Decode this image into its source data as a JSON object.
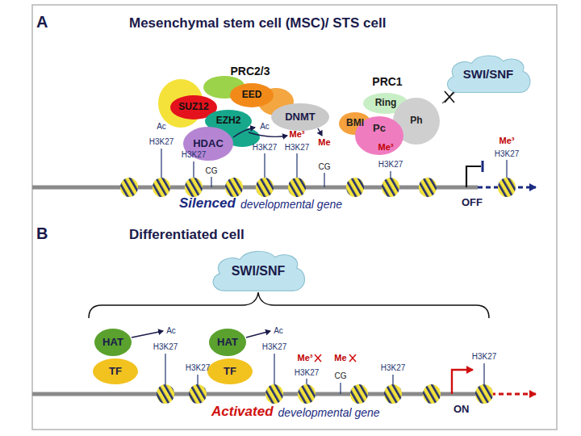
{
  "diagram": {
    "nodes": [
      {
        "text": [
          "SUZ12"
        ]
      },
      {
        "text": [
          "EED"
        ]
      },
      {
        "text": [
          "EZH2"
        ]
      },
      {
        "text": [
          "HDAC"
        ]
      },
      {
        "text": [
          "DNMT"
        ]
      },
      {
        "text": [
          "Ring"
        ]
      },
      {
        "text": [
          "Ph"
        ]
      },
      {
        "text": [
          "BMI"
        ]
      },
      {
        "text": [
          "Pc"
        ]
      },
      {
        "text": [
          "SWI/SNF"
        ]
      },
      {
        "text": [
          "SWI/SNF"
        ]
      },
      {
        "text": [
          "HAT"
        ]
      },
      {
        "text": [
          "TF"
        ]
      },
      {
        "text": [
          "HAT"
        ]
      },
      {
        "text": [
          "TF"
        ]
      }
    ],
    "labels": [
      "A",
      "Mesenchymal stem cell (MSC)/ STS cell",
      "PRC2/3",
      "PRC1",
      "Ac",
      "H3K27",
      "H3K27",
      "CG",
      "Ac",
      "H3K27",
      "Me³",
      "H3K27",
      "Me",
      "CG",
      "Me³",
      "H3K27",
      "Me³",
      "H3K27",
      "Silenced",
      "developmental gene",
      "OFF",
      "B",
      "Differentiated cell",
      "Ac",
      "H3K27",
      "H3K27",
      "Ac",
      "H3K27",
      "Me³",
      "H3K27",
      "Me",
      "CG",
      "H3K27",
      "H3K27",
      "Activated",
      "developmental gene",
      "ON"
    ]
  }
}
